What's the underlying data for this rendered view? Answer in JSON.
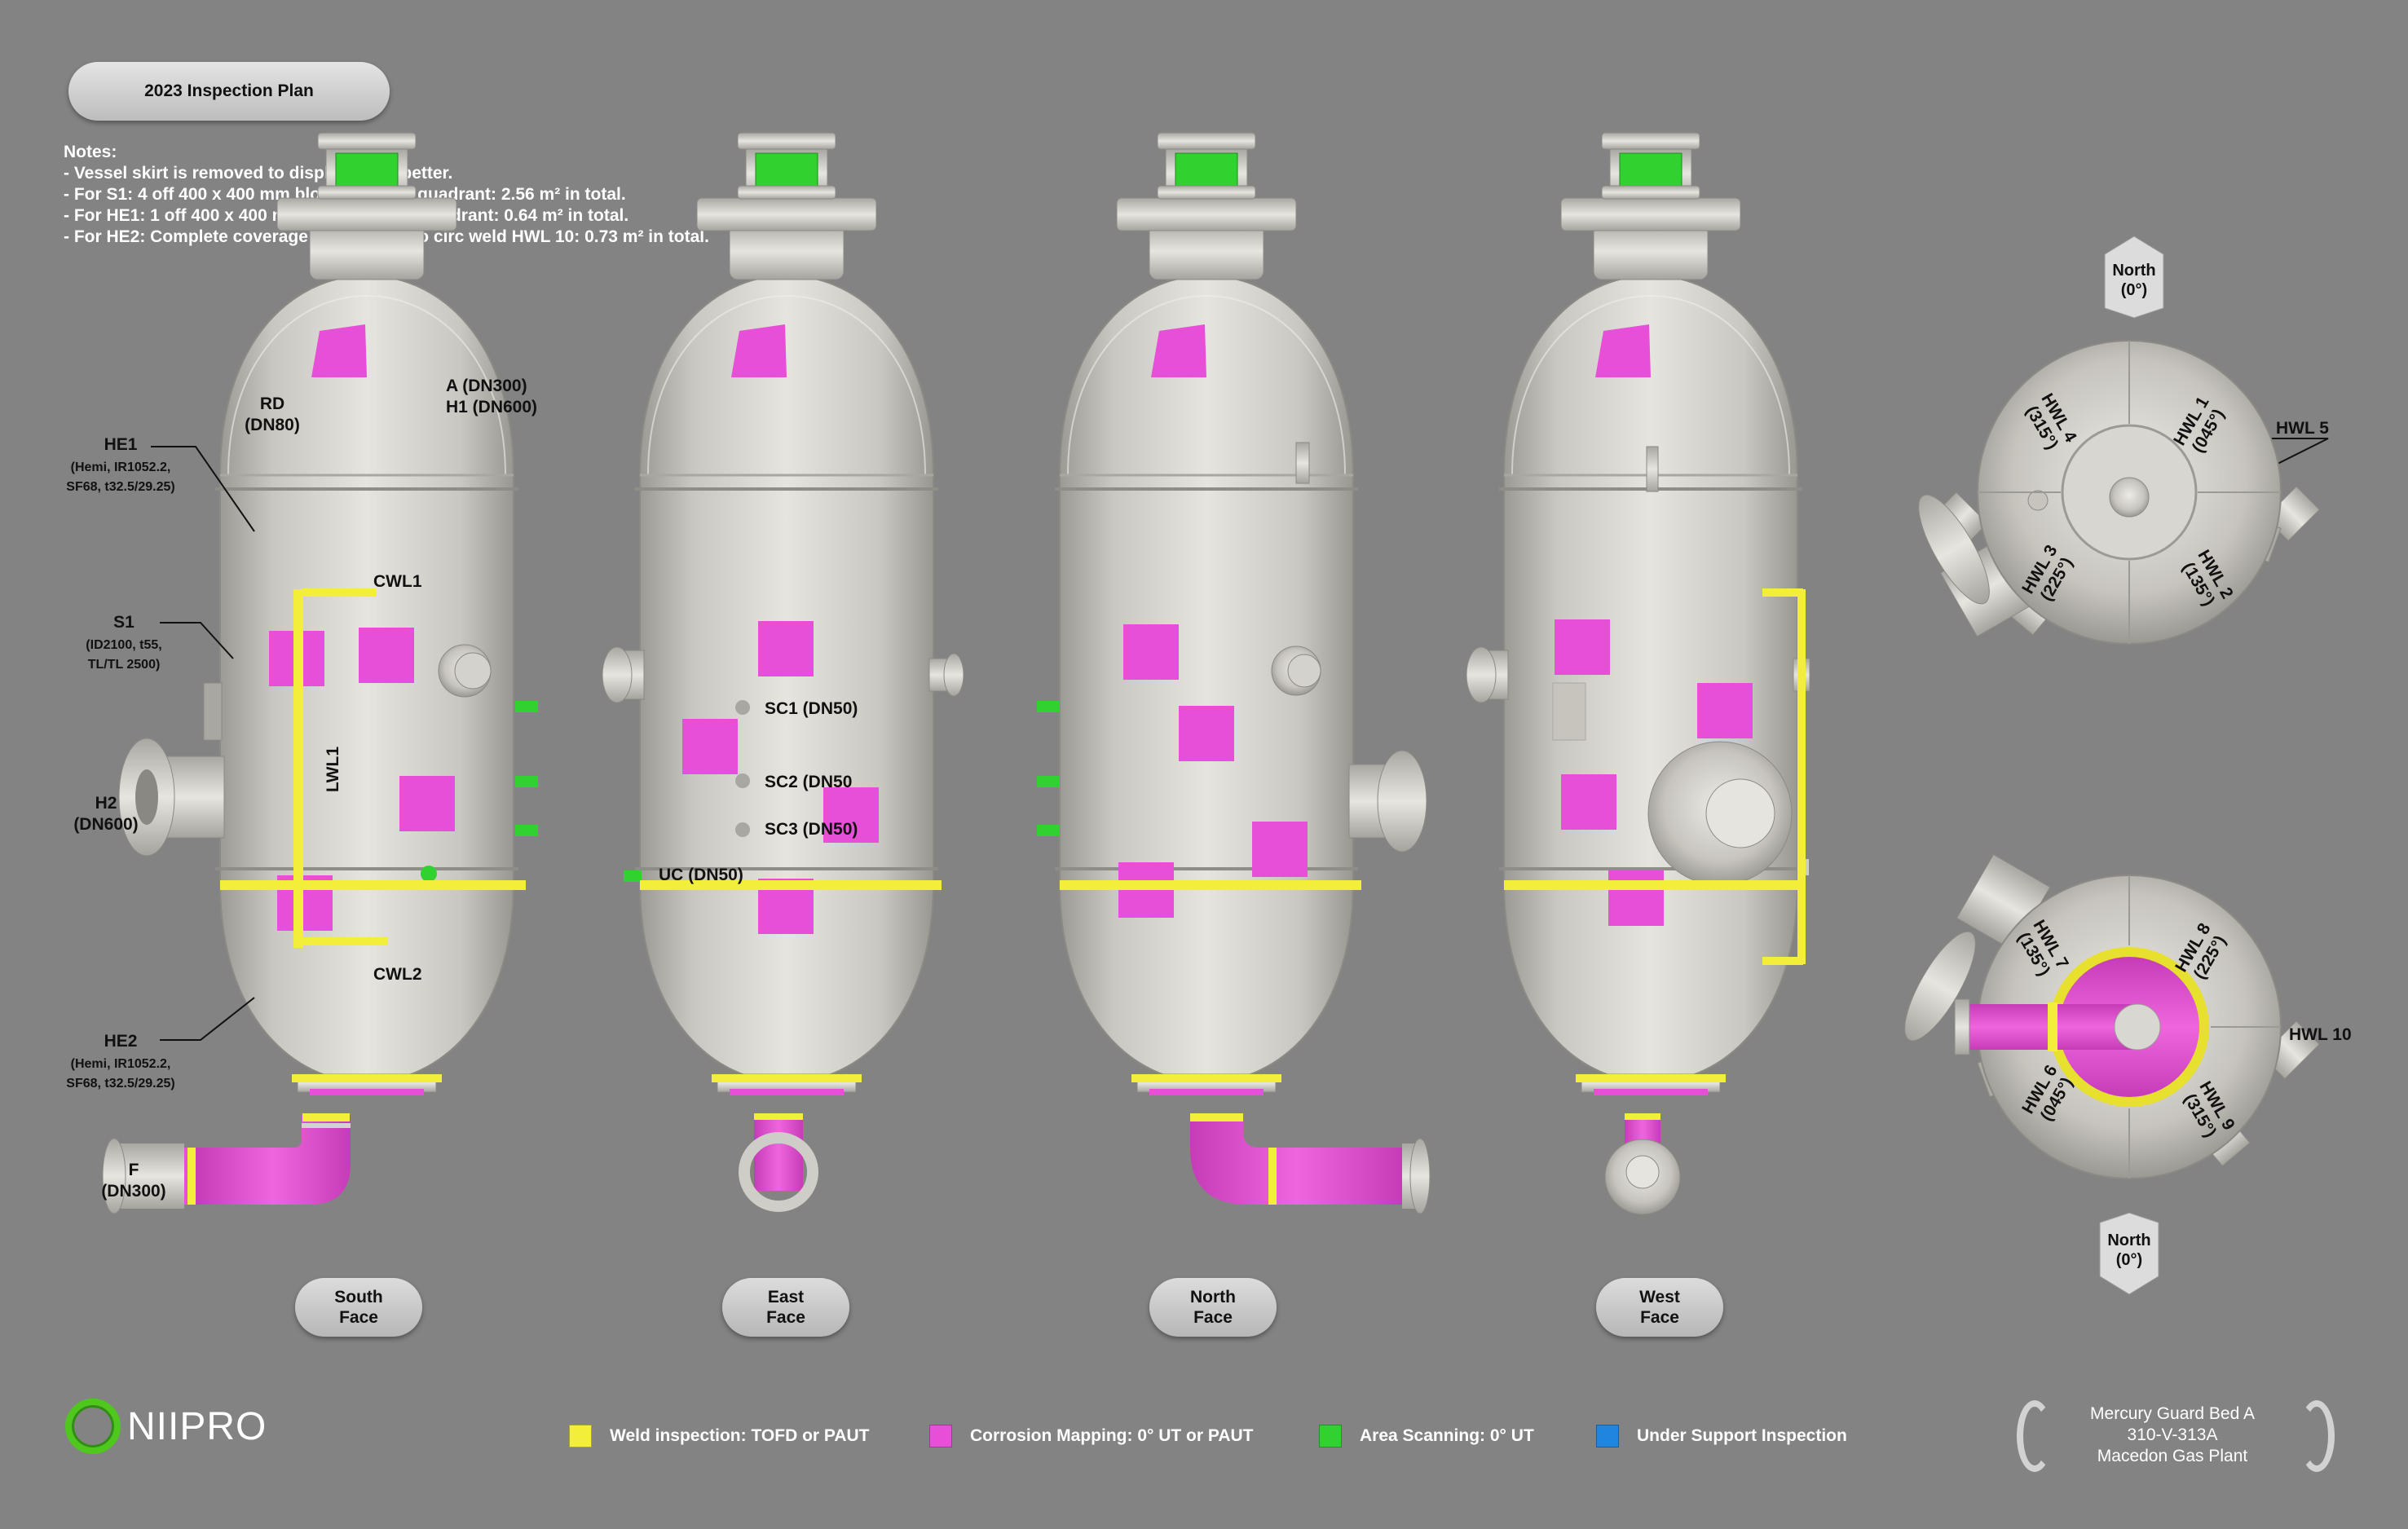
{
  "title": "2023 Inspection Plan",
  "notes": {
    "heading": "Notes:",
    "lines": [
      "- Vessel skirt is removed to display tasks better.",
      "- For S1: 4 off 400 x 400 mm blocks in each quadrant: 2.56 m² in total.",
      "- For HE1: 1 off 400 x 400 mm block in each quadrant: 0.64 m² in total.",
      "- For HE2: Complete coverage from nozzle to circ weld HWL 10: 0.73 m² in total."
    ]
  },
  "labels": {
    "rd": "RD",
    "rd_size": "(DN80)",
    "a": "A (DN300)",
    "h1": "H1 (DN600)",
    "he1": "HE1",
    "he1_d1": "(Hemi, IR1052.2,",
    "he1_d2": "SF68, t32.5/29.25)",
    "s1": "S1",
    "s1_d1": "(ID2100, t55,",
    "s1_d2": "TL/TL 2500)",
    "h2": "H2",
    "h2_size": "(DN600)",
    "he2": "HE2",
    "he2_d1": "(Hemi, IR1052.2,",
    "he2_d2": "SF68, t32.5/29.25)",
    "f": "F",
    "f_size": "(DN300)",
    "cwl1": "CWL1",
    "cwl2": "CWL2",
    "lwl1": "LWL1",
    "sc1": "SC1 (DN50)",
    "sc2": "SC2 (DN50",
    "sc3": "SC3 (DN50)",
    "uc": "UC (DN50)"
  },
  "faces": [
    {
      "line1": "South",
      "line2": "Face"
    },
    {
      "line1": "East",
      "line2": "Face"
    },
    {
      "line1": "North",
      "line2": "Face"
    },
    {
      "line1": "West",
      "line2": "Face"
    }
  ],
  "plan_top": {
    "north": "North",
    "north_deg": "(0°)",
    "welds": [
      {
        "name": "HWL 1",
        "angle": "(045°)"
      },
      {
        "name": "HWL 2",
        "angle": "(135°)"
      },
      {
        "name": "HWL 3",
        "angle": "(225°)"
      },
      {
        "name": "HWL 4",
        "angle": "(315°)"
      }
    ],
    "circ": "HWL 5"
  },
  "plan_bottom": {
    "north": "North",
    "north_deg": "(0°)",
    "welds": [
      {
        "name": "HWL 6",
        "angle": "(045°)"
      },
      {
        "name": "HWL 7",
        "angle": "(135°)"
      },
      {
        "name": "HWL 8",
        "angle": "(225°)"
      },
      {
        "name": "HWL 9",
        "angle": "(315°)"
      }
    ],
    "circ": "HWL 10"
  },
  "legend": [
    {
      "label": "Weld inspection: TOFD or PAUT",
      "color": "#f2ee3a"
    },
    {
      "label": "Corrosion Mapping: 0° UT or PAUT",
      "color": "#e84fd8"
    },
    {
      "label": "Area Scanning: 0° UT",
      "color": "#2fd22f"
    },
    {
      "label": "Under Support Inspection",
      "color": "#1f86e0"
    }
  ],
  "logo": "NIIPRO",
  "plant": {
    "line1": "Mercury Guard Bed A",
    "line2": "310-V-313A",
    "line3": "Macedon Gas Plant"
  },
  "colors": {
    "background": "#838383",
    "vessel": "#d4d2cc",
    "weld": "#f2ee3a",
    "corrosion": "#e84fd8",
    "scan": "#2fd22f"
  }
}
